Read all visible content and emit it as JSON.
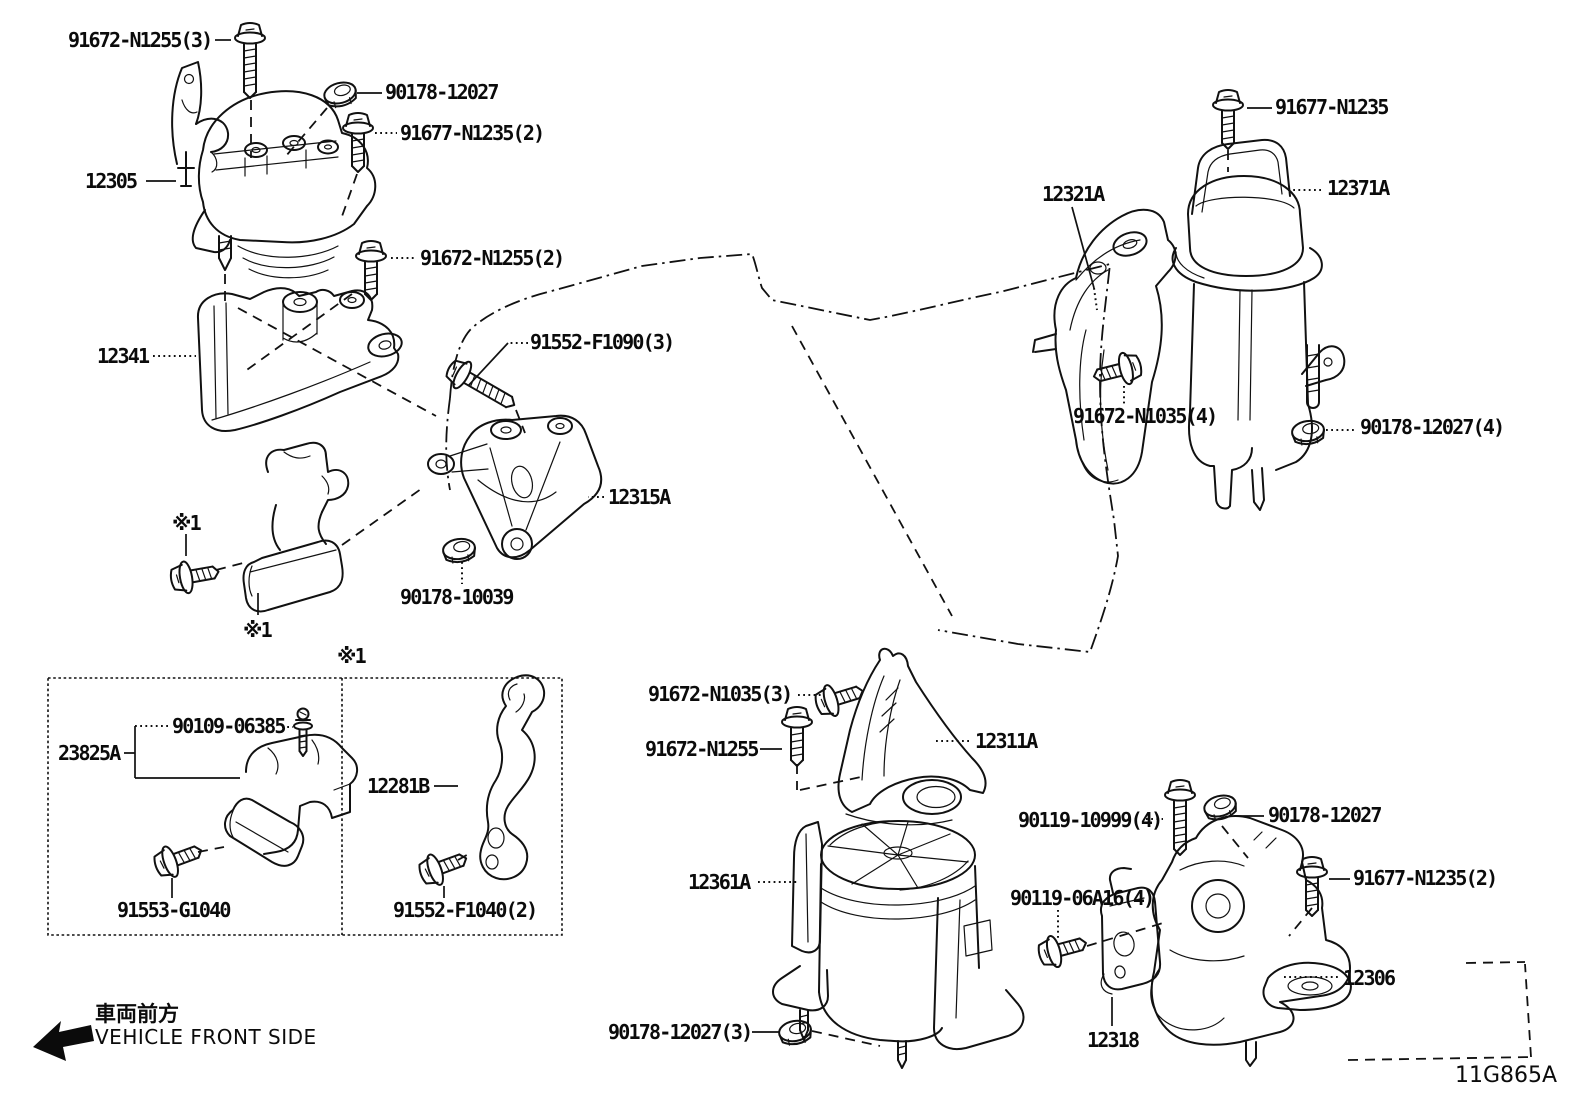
{
  "diagram_code": "11G865A",
  "reference_marker": "※1",
  "orientation": {
    "label_jp": "車両前方",
    "label_en": "VEHICLE FRONT SIDE",
    "arrow_direction": "left"
  },
  "parts": {
    "p12305": "12305",
    "p12341": "12341",
    "p12315a": "12315A",
    "p12311a": "12311A",
    "p12361a": "12361A",
    "p12321a": "12321A",
    "p12371a": "12371A",
    "p12306": "12306",
    "p12318": "12318",
    "p23825a": "23825A",
    "p12281b": "12281B"
  },
  "fasteners": {
    "b91672n1255x3": "91672-N1255(3)",
    "n90178_12027_top": "90178-12027",
    "b91677n1235x2_top": "91677-N1235(2)",
    "b91672n1255x2": "91672-N1255(2)",
    "b91552f1090x3": "91552-F1090(3)",
    "n90178_10039": "90178-10039",
    "s90109_06385": "90109-06385",
    "b91553g1040": "91553-G1040",
    "b91552f1040x2": "91552-F1040(2)",
    "b91672n1035x3": "91672-N1035(3)",
    "b91672n1255": "91672-N1255",
    "n90178_12027x3": "90178-12027(3)",
    "b91677n1235": "91677-N1235",
    "b91672n1035x4": "91672-N1035(4)",
    "n90178_12027x4": "90178-12027(4)",
    "b90119_10999x4": "90119-10999(4)",
    "n90178_12027_bottom": "90178-12027",
    "b91677n1235x2_bottom": "91677-N1235(2)",
    "b90119_06a16x4": "90119-06A16(4)"
  }
}
